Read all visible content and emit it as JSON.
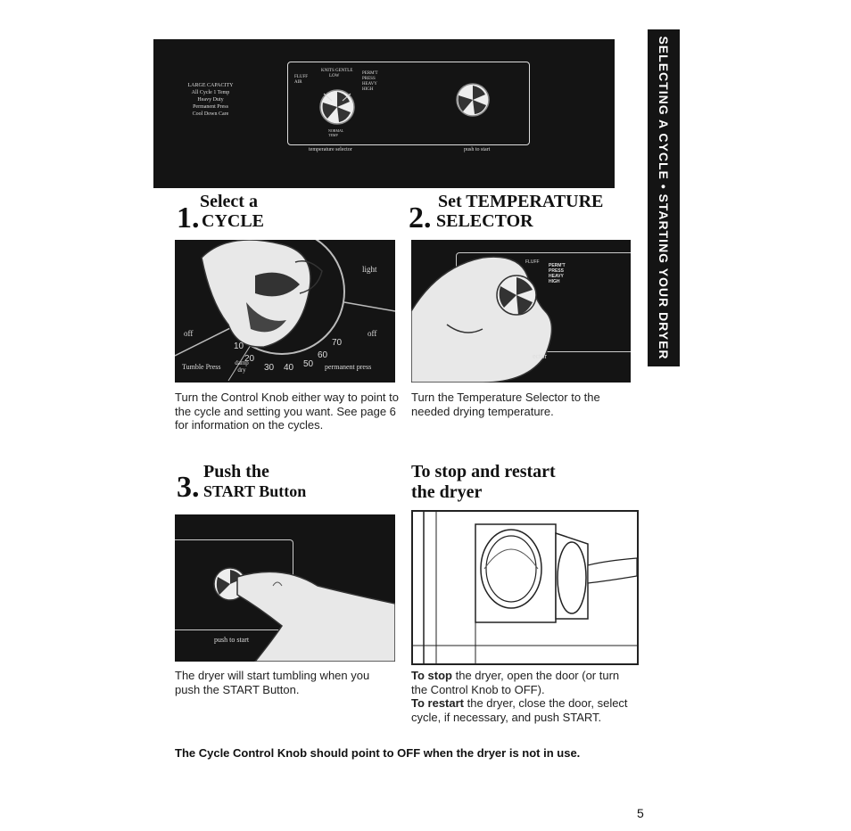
{
  "side_tab": {
    "label": "SELECTING A CYCLE • STARTING YOUR DRYER"
  },
  "control_panel": {
    "cycle_list": [
      "LARGE CAPACITY",
      "All Cycle 1 Temp",
      "Heavy Duty",
      "Permanent Press",
      "Cool Down Care"
    ],
    "dial_labels_top": "KNITS GENTLE",
    "dial_labels_low": "LOW",
    "dial_labels_fluff": "FLUFF AIR",
    "dial_labels_permt": "PERM'T PRESS HEAVY HIGH",
    "dial_labels_normal": "NORMAL TEMP",
    "temp_selector_label": "temperature selector",
    "push_to_start_label": "push to start"
  },
  "step1": {
    "title_line1": "Select a",
    "number": "1.",
    "title_line2": "CYCLE",
    "image": {
      "light": "light",
      "off_left": "off",
      "off_right": "off",
      "tumble_press": "Tumble Press",
      "damp_dry": "damp dry",
      "permanent_press": "permanent press",
      "dial_numbers": [
        "10",
        "20",
        "30",
        "40",
        "50",
        "60",
        "70"
      ]
    },
    "text": "Turn the Control Knob either way to point to the cycle and setting you want. See page 6 for information on the cycles."
  },
  "step2": {
    "title_line1": "Set TEMPERATURE",
    "number": "2.",
    "title_line2": "SELECTOR",
    "image": {
      "fluff": "FLUFF",
      "permt": "PERM'T PRESS HEAVY HIGH",
      "selector_fragment": "ector"
    },
    "text": "Turn the Temperature Selector to the needed drying temperature."
  },
  "step3": {
    "title_line1": "Push the",
    "number": "3.",
    "title_line2": "START Button",
    "image": {
      "push_to_start": "push to start"
    },
    "text": "The dryer will start tumbling when you push the START Button."
  },
  "stop_restart": {
    "title_line1": "To stop and restart",
    "title_line2": "the dryer",
    "stop_label": "To stop",
    "stop_text": " the dryer, open the door (or turn the Control Knob to OFF).",
    "restart_label": "To restart",
    "restart_text": " the dryer, close the door, select cycle, if necessary, and push START."
  },
  "note": "The Cycle Control Knob should point to OFF when the dryer is not in use.",
  "page_number": "5"
}
